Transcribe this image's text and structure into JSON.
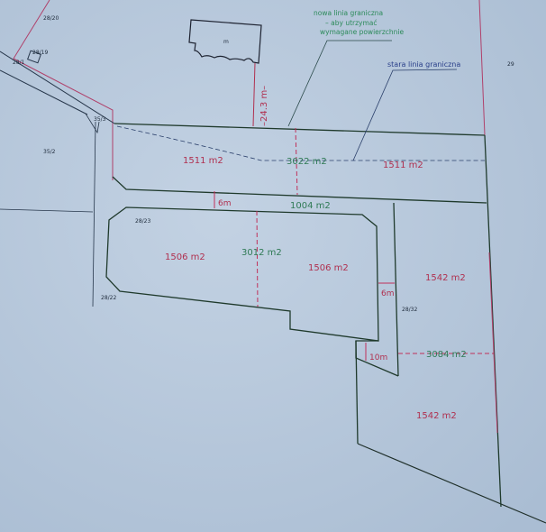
{
  "notes": {
    "new_line": [
      "nowa linia graniczna",
      "– aby utrzymać",
      "wymagane powierzchnie"
    ],
    "old_line": "stara linia graniczna"
  },
  "dimensions": {
    "distance_building": "–24.3 m–",
    "road_width_1": "6m",
    "road_width_2": "6m",
    "road_width_3": "10m"
  },
  "areas": {
    "top_left": "1511 m2",
    "top_total": "3022 m2",
    "top_right": "1511 m2",
    "road": "1004 m2",
    "mid_left": "1506 m2",
    "mid_total": "3012 m2",
    "mid_right": "1506 m2",
    "right_upper": "1542 m2",
    "right_total": "3084 m2",
    "right_lower": "1542 m2"
  },
  "parcels": {
    "p28_20": "28/20",
    "p28_19": "28/19",
    "p28_1": "28/1",
    "p35_2": "35/2",
    "p35_3": "35/3",
    "p28_23": "28/23",
    "p28_22": "28/22",
    "p28_32": "28/32",
    "p29": "29"
  },
  "colors": {
    "paper": "#b8c9dc",
    "boundary": "#1f3a2c",
    "red": "#b0304f",
    "green": "#2f7a55"
  }
}
